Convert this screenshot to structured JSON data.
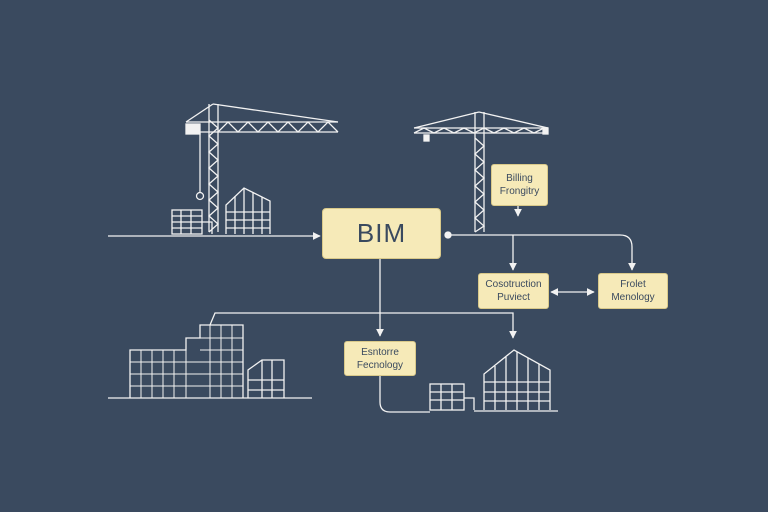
{
  "diagram": {
    "center": "BIM",
    "nodes": {
      "building_strategy": "Billing\nFrongitry",
      "construction_project": "Cosotruction\nPuviect",
      "project_monology": "Frolet\nMenology",
      "estimate_technology": "Esntorre\nFecnology"
    }
  },
  "colors": {
    "background": "#3a4a5f",
    "box_fill": "#f6eab8",
    "line": "#f2f2f2"
  }
}
